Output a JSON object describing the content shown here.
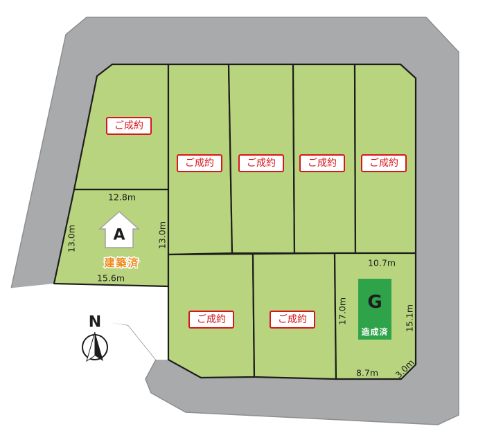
{
  "lots": {
    "sold_label": "ご成約",
    "lot_a": {
      "letter": "A",
      "status": "建築済",
      "dim_top": "12.8m",
      "dim_left": "13.0m",
      "dim_right": "13.0m",
      "dim_bottom": "15.6m"
    },
    "lot_g": {
      "letter": "G",
      "status": "造成済",
      "dim_top": "10.7m",
      "dim_left": "17.0m",
      "dim_right": "15.1m",
      "dim_bottom": "8.7m",
      "dim_corner": "3.0m"
    }
  },
  "compass": {
    "label": "N"
  },
  "colors": {
    "lot_fill": "#b8d47f",
    "road": "#a9aaac",
    "sold_red": "#d7161d",
    "built_orange": "#f08a1c",
    "developed_green": "#2fa34a"
  }
}
